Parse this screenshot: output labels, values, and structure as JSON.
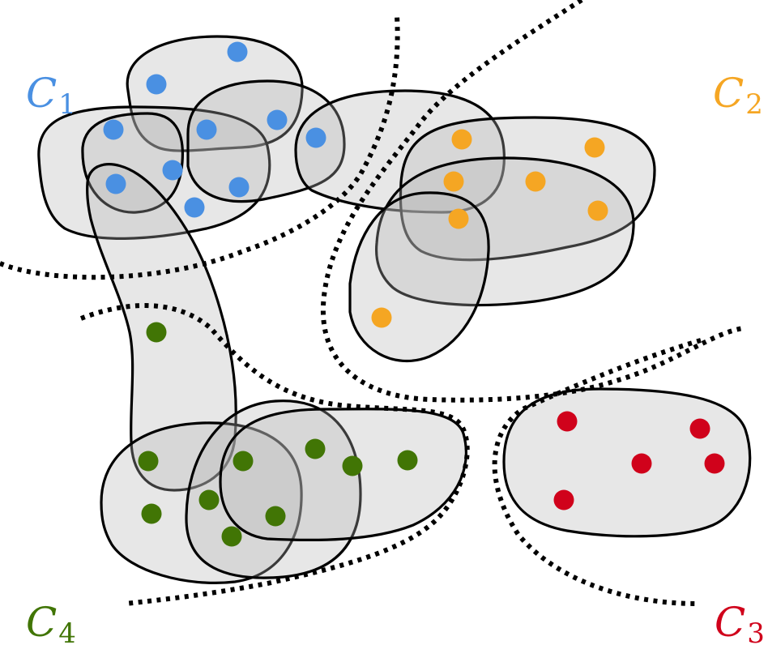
{
  "clusters": [
    {
      "id": "c1",
      "letter": "C",
      "index": "1",
      "color": "#4a90e2",
      "points": [
        [
          293,
          64
        ],
        [
          193,
          104
        ],
        [
          140,
          160
        ],
        [
          255,
          160
        ],
        [
          342,
          148
        ],
        [
          390,
          170
        ],
        [
          143,
          227
        ],
        [
          213,
          210
        ],
        [
          240,
          256
        ],
        [
          295,
          231
        ]
      ]
    },
    {
      "id": "c2",
      "letter": "C",
      "index": "2",
      "color": "#f5a623",
      "points": [
        [
          570,
          172
        ],
        [
          734,
          182
        ],
        [
          560,
          224
        ],
        [
          661,
          224
        ],
        [
          566,
          270
        ],
        [
          738,
          260
        ],
        [
          471,
          392
        ]
      ]
    },
    {
      "id": "c3",
      "letter": "C",
      "index": "3",
      "color": "#d0021b",
      "points": [
        [
          700,
          520
        ],
        [
          864,
          529
        ],
        [
          792,
          572
        ],
        [
          882,
          572
        ],
        [
          696,
          617
        ]
      ]
    },
    {
      "id": "c4",
      "letter": "C",
      "index": "4",
      "color": "#417505",
      "points": [
        [
          193,
          410
        ],
        [
          183,
          569
        ],
        [
          300,
          569
        ],
        [
          389,
          554
        ],
        [
          435,
          575
        ],
        [
          503,
          568
        ],
        [
          258,
          617
        ],
        [
          187,
          634
        ],
        [
          340,
          637
        ],
        [
          286,
          662
        ]
      ]
    }
  ]
}
